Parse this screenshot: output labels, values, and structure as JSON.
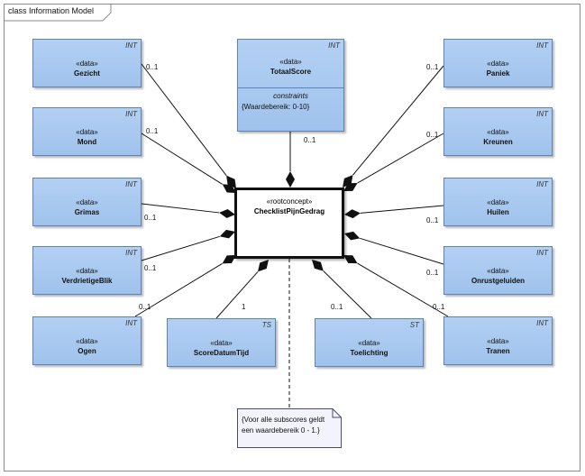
{
  "diagram_title": "class Information Model",
  "root": {
    "stereotype": "«rootconcept»",
    "name": "ChecklistPijnGedrag"
  },
  "classes": {
    "gezicht": {
      "tag": "INT",
      "stereotype": "«data»",
      "name": "Gezicht",
      "multiplicity": "0..1"
    },
    "mond": {
      "tag": "INT",
      "stereotype": "«data»",
      "name": "Mond",
      "multiplicity": "0..1"
    },
    "grimas": {
      "tag": "INT",
      "stereotype": "«data»",
      "name": "Grimas",
      "multiplicity": "0..1"
    },
    "verdriet": {
      "tag": "INT",
      "stereotype": "«data»",
      "name": "VerdrietigeBlik",
      "multiplicity": "0..1"
    },
    "ogen": {
      "tag": "INT",
      "stereotype": "«data»",
      "name": "Ogen",
      "multiplicity": "0..1"
    },
    "score": {
      "tag": "TS",
      "stereotype": "«data»",
      "name": "ScoreDatumTijd",
      "multiplicity": "1"
    },
    "totaal": {
      "tag": "INT",
      "stereotype": "«data»",
      "name": "TotaalScore",
      "multiplicity": "0..1",
      "constraints_label": "constraints",
      "constraint": "{Waardebereik: 0-10}"
    },
    "toelichting": {
      "tag": "ST",
      "stereotype": "«data»",
      "name": "Toelichting",
      "multiplicity": "0..1"
    },
    "paniek": {
      "tag": "INT",
      "stereotype": "«data»",
      "name": "Paniek",
      "multiplicity": "0..1"
    },
    "kreunen": {
      "tag": "INT",
      "stereotype": "«data»",
      "name": "Kreunen",
      "multiplicity": "0..1"
    },
    "huilen": {
      "tag": "INT",
      "stereotype": "«data»",
      "name": "Huilen",
      "multiplicity": "0..1"
    },
    "onrust": {
      "tag": "INT",
      "stereotype": "«data»",
      "name": "Onrustgeluiden",
      "multiplicity": "0..1"
    },
    "tranen": {
      "tag": "INT",
      "stereotype": "«data»",
      "name": "Tranen",
      "multiplicity": "0..1"
    }
  },
  "note": {
    "line1": "{Voor alle subscores geldt",
    "line2": "een waardebereik 0 - 1.}"
  }
}
